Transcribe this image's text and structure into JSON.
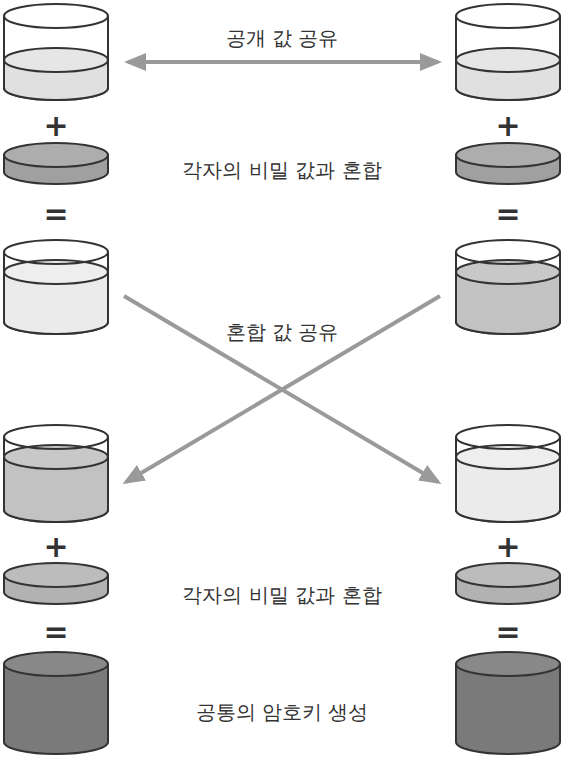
{
  "diagram": {
    "labels": [
      "공개 값 공유",
      "+",
      "+",
      "각자의 비밀 값과 혼합",
      "=",
      "=",
      "혼합 값 공유",
      "+",
      "+",
      "각자의 비밀 값과 혼합",
      "=",
      "=",
      "공통의 암호키 생성"
    ]
  }
}
